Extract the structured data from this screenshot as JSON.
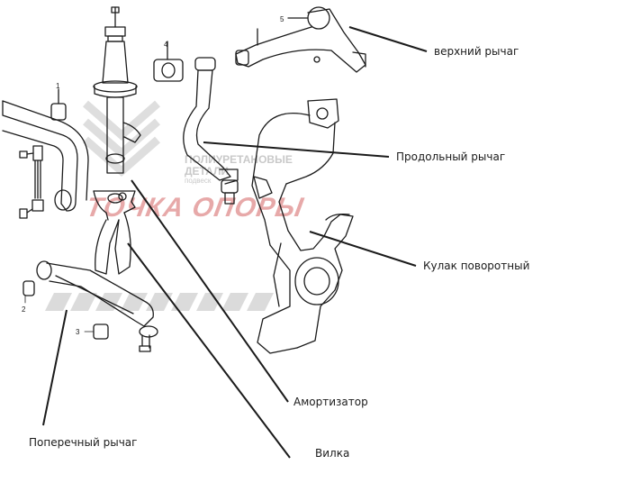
{
  "labels": {
    "upper_arm": "верхний рычаг",
    "trailing_arm": "Продольный рычаг",
    "knuckle": "Кулак поворотный",
    "shock_absorber": "Амортизатор",
    "fork": "Вилка",
    "lower_arm": "Поперечный рычаг"
  },
  "part_numbers": [
    "1",
    "2",
    "3",
    "4",
    "5"
  ],
  "watermark": {
    "line1": "ПОЛИУРЕТАНОВЫЕ",
    "line2": "ДЕТАЛИ",
    "line3": "подвеск",
    "logo": "ТОЧКА ОПОРЫ"
  },
  "colors": {
    "line": "#1b1b1b",
    "watermark_red": "#e7a9a9",
    "watermark_gray": "#c9c9c9"
  }
}
